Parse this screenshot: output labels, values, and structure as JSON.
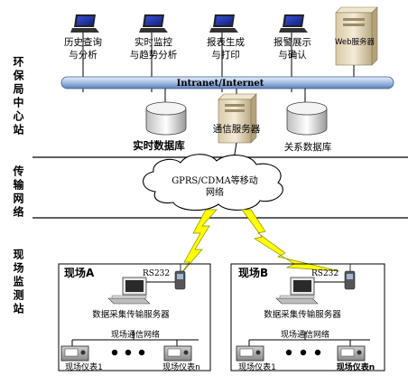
{
  "sections": {
    "center": "环保局中心站",
    "transport": "传输网络",
    "field": "现场监测站"
  },
  "workstations": [
    {
      "line1": "历史查询",
      "line2": "与分析"
    },
    {
      "line1": "实时监控",
      "line2": "与趋势分析"
    },
    {
      "line1": "报表生成",
      "line2": "与打印"
    },
    {
      "line1": "报警展示",
      "line2": "与确认"
    }
  ],
  "web_server_label": "Web服务器",
  "bus_label": "Intranet/Internet",
  "realtime_db_label": "实时数据库",
  "comm_server_label": "通信服务器",
  "relational_db_label": "关系数据库",
  "network_cloud_label": "GPRS/CDMA等移动网络",
  "sites": [
    {
      "title": "现场A",
      "rs232": "RS232",
      "server_label": "数据采集传输服务器",
      "network_label": "现场通信网络",
      "instrument_first": "现场仪表1",
      "instrument_last": "现场仪表n"
    },
    {
      "title": "现场B",
      "rs232": "RS232",
      "server_label": "数据采集传输服务器",
      "network_label": "现场通信网络",
      "instrument_first": "现场仪表1",
      "instrument_last": "现场仪表n"
    }
  ]
}
